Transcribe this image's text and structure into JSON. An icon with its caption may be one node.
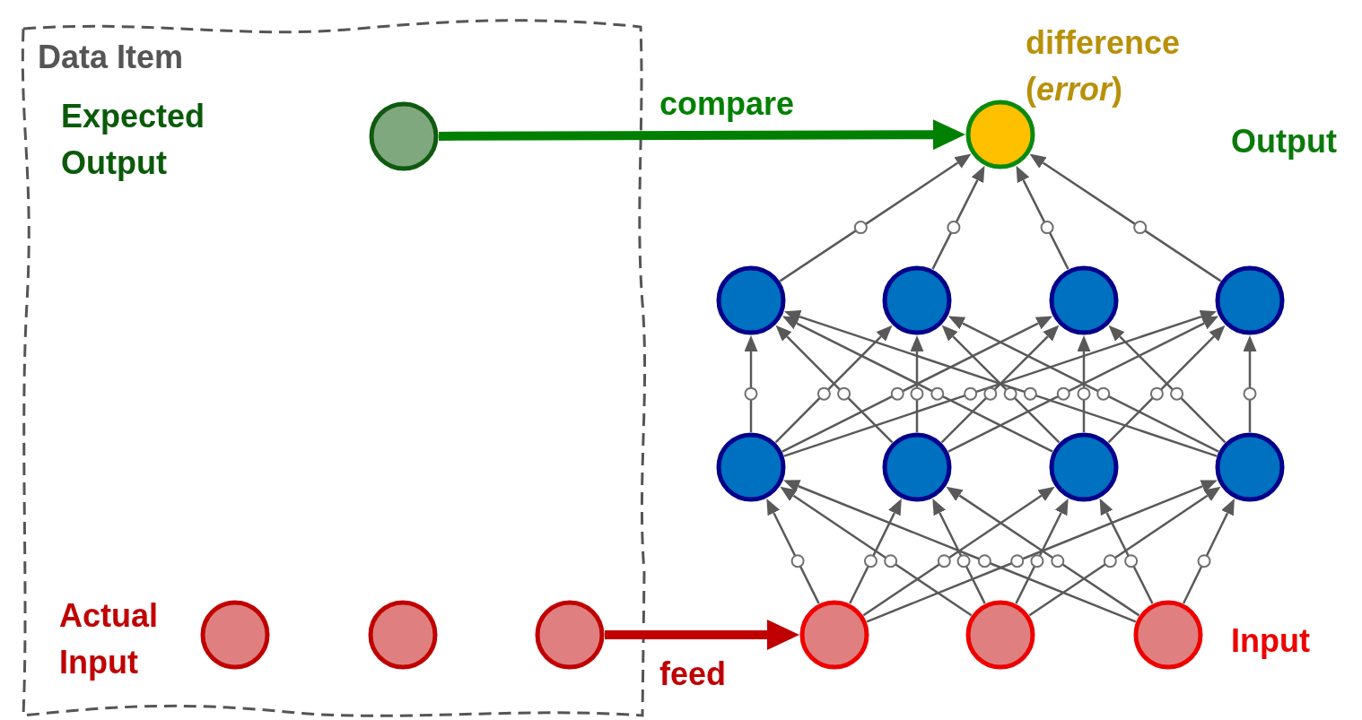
{
  "diagram": {
    "nodes": [
      {
        "text": [
          "Data Item"
        ]
      },
      {
        "text": [],
        "shape": "circle",
        "in": 0
      },
      {
        "text": [],
        "shape": "circle",
        "in": 0
      },
      {
        "text": [],
        "shape": "circle",
        "in": 0
      },
      {
        "text": [],
        "shape": "circle",
        "in": 0
      },
      {
        "text": [],
        "shape": "circle",
        "beside": [
          "difference (*error*)",
          "Output"
        ]
      },
      {
        "text": [],
        "shape": "circle"
      },
      {
        "text": [],
        "shape": "circle"
      },
      {
        "text": [],
        "shape": "circle"
      },
      {
        "text": [],
        "shape": "circle"
      },
      {
        "text": [],
        "shape": "circle"
      },
      {
        "text": [],
        "shape": "circle"
      },
      {
        "text": [],
        "shape": "circle"
      },
      {
        "text": [],
        "shape": "circle"
      },
      {
        "text": [],
        "shape": "circle"
      },
      {
        "text": [],
        "shape": "circle"
      },
      {
        "text": [],
        "shape": "circle",
        "beside": [
          "Input"
        ]
      }
    ],
    "edges": [
      {
        "from": 1,
        "to": 5,
        "arrow": "to",
        "label": "compare",
        "style": "thick",
        "color": "#008000"
      },
      {
        "from": 4,
        "to": 14,
        "arrow": "to",
        "label": "feed",
        "style": "thick",
        "color": "#c00000"
      },
      {
        "from": 14,
        "to": 10,
        "arrow": "to"
      },
      {
        "from": 14,
        "to": 11,
        "arrow": "to"
      },
      {
        "from": 14,
        "to": 12,
        "arrow": "to"
      },
      {
        "from": 14,
        "to": 13,
        "arrow": "to"
      },
      {
        "from": 15,
        "to": 10,
        "arrow": "to"
      },
      {
        "from": 15,
        "to": 11,
        "arrow": "to"
      },
      {
        "from": 15,
        "to": 12,
        "arrow": "to"
      },
      {
        "from": 15,
        "to": 13,
        "arrow": "to"
      },
      {
        "from": 16,
        "to": 10,
        "arrow": "to"
      },
      {
        "from": 16,
        "to": 11,
        "arrow": "to"
      },
      {
        "from": 16,
        "to": 12,
        "arrow": "to"
      },
      {
        "from": 16,
        "to": 13,
        "arrow": "to"
      },
      {
        "from": 10,
        "to": 6,
        "arrow": "to"
      },
      {
        "from": 10,
        "to": 7,
        "arrow": "to"
      },
      {
        "from": 10,
        "to": 8,
        "arrow": "to"
      },
      {
        "from": 10,
        "to": 9,
        "arrow": "to"
      },
      {
        "from": 11,
        "to": 6,
        "arrow": "to"
      },
      {
        "from": 11,
        "to": 7,
        "arrow": "to"
      },
      {
        "from": 11,
        "to": 8,
        "arrow": "to"
      },
      {
        "from": 11,
        "to": 9,
        "arrow": "to"
      },
      {
        "from": 12,
        "to": 6,
        "arrow": "to"
      },
      {
        "from": 12,
        "to": 7,
        "arrow": "to"
      },
      {
        "from": 12,
        "to": 8,
        "arrow": "to"
      },
      {
        "from": 12,
        "to": 9,
        "arrow": "to"
      },
      {
        "from": 13,
        "to": 6,
        "arrow": "to"
      },
      {
        "from": 13,
        "to": 7,
        "arrow": "to"
      },
      {
        "from": 13,
        "to": 8,
        "arrow": "to"
      },
      {
        "from": 13,
        "to": 9,
        "arrow": "to"
      },
      {
        "from": 6,
        "to": 5,
        "arrow": "to"
      },
      {
        "from": 7,
        "to": 5,
        "arrow": "to"
      },
      {
        "from": 8,
        "to": 5,
        "arrow": "to"
      },
      {
        "from": 9,
        "to": 5,
        "arrow": "to"
      }
    ],
    "labels": [
      "Expected Output",
      "Actual Input"
    ]
  }
}
